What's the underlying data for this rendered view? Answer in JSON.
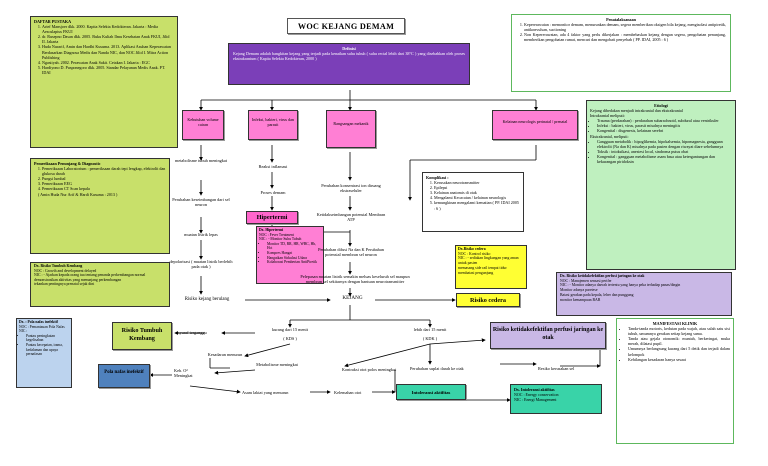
{
  "title": "WOC KEJANG DEMAM",
  "definisi": {
    "label": "Definisi",
    "text": "Kejang Demam adalah bangkitan kejang yang terjadi pada kenaikan suhu tubuh ( suhu rectal lebih dari 38°C ) yang disebabkan oleh proses ekstrakranium ( Kapita Selekta Kedokteran, 2000 )"
  },
  "daftar_pustaka": {
    "label": "DAFTAR PUSTAKA",
    "items": [
      "Arief Mansjoer dkk. 2000. Kapita Selekta Kedokteran. Jakarta : Media Aesculapius FKUI",
      "dr. Rusepno Dasan dkk. 2005. Buku Kuliah Ilmu Kesehatan Anak FKUI, Jilid II. Jakarta",
      "Huda Nurarif, Amin dan Hardhi Kusuma. 2013. Aplikasi Asuhan Keperawatan Berdasarkan Diagnosa Medis dan Nanda NIC, dan NOC Jilid I. Mitra Action Publishing",
      "Ngastiyah. 2002. Perawatan Anak Sakit. Cetakan I. Jakarta : EGC",
      "Hardiyono D. Pusponegoro dkk. 2005. Standar Pelayanan Medis Anak. PT. IDAI"
    ]
  },
  "penatalaksanaan": {
    "label": "Penatalaksanaan",
    "items": [
      "Kepererawatan : memonitor demam, menurunkan demam, segera memberikan oksigen bila kejang, mengisolasi antipiretik, antikonvulsan, suctioning",
      "Non Kepererawatan, ada 4 faktor yang perlu dikerjakan : membebaskan kejang dengan segera, pengobatan penunjang, memberikan pengobatan rumat, mencari dan mengobati penyebab ( PP. IDAI, 2005 : 6 )"
    ]
  },
  "pemeriksaan": {
    "label": "Pemeriksaan Penunjang & Diagnostic",
    "items": [
      "Pemeriksaan Laboratorium : pemeriksaan darah tepi lengkap, elektrolit dan glukosa darah",
      "Pungsi lumbal",
      "Pemeriksaan EEG",
      "Pemeriksaan CT Scan kepala"
    ],
    "note": "( Amin Huda Nur Arif & Hardi Kusuma : 2013 )"
  },
  "etiologi": {
    "label": "Etiologi",
    "intro": "Kejang dibedakan menjadi intrakranial dan ekstrakranial",
    "intra_label": "Intrakranial meliputi:",
    "intra": [
      "Trauma (perdarahan) : perdarahan subarachnoid, subdural atau ventrikuler",
      "Infeksi : bakteri, virus, parasit misalnya meningitis",
      "Kongenital : disgenesis, kelainan serebri"
    ],
    "extra_label": "Ekstrakranial, meliputi:",
    "extra": [
      "Gangguan metabolik : hipoglikemia, hipokalsemia, hipomagnesia, gangguan elektrolit (Na dan K) misalnya pada pasien dengan riwayat diare sebelumnya",
      "Toksik : intoksikasi, anestesi local, sindroma putus obat",
      "Kongenital : gangguan metabolisme asam basa atau ketergantungan dan kekurangan piridoksin"
    ]
  },
  "komplikasi": {
    "label": "Komplikasi :",
    "items": [
      "Kerusakan neurotransmitter",
      "Epilepsi",
      "Kelainan anatomis di otak",
      "Mengalami Kecacatan / kelainan neurologis",
      "kemungkinan mengalami kematian ( PP. IDAI 2005 : 6 )"
    ]
  },
  "causes": {
    "kebutuhan": "Kebutuhan volume cairan",
    "infeksi": "Infeksi, bakteri, virus dan parasit",
    "rangsangan": "Rangsangan mekanik",
    "kelainan": "Kelainan neurologis perinatal / prenatal"
  },
  "flow": {
    "metabolisme": "metabolisme tubuh meningkat",
    "reaksi": "Reaksi inflamasi",
    "proses": "Proses demam",
    "hipertermi": "Hipertermi",
    "perubahan_kons": "Perubahan konsentrasi ion diruang ekstraseluler",
    "ketidakseimbangan": "Ketidakseimbangan potensial Membran ATP",
    "difusi": "Perubahan difusi Na dan K Perubahan potensial membran sel neuron",
    "pelepasan": "Pelepasan muatan listrik semakin meluas keseluruh sel maupun membran sel sekitarnya dengan bantuan neurotransmitter",
    "keseimbangan": "Perubahan keseimbangan dari sel neuron",
    "muatan": "muatan listrik lepas",
    "depolarisasi": "depolarisasi ( muatan listrik berlebih pada otak )",
    "berulang": "Risiko kejang berulang",
    "kejano": "KEJANG",
    "kurang15": "kurang dari 15 menit",
    "kds": "( KDS )",
    "lebih15": "lebih dari 15 menit",
    "kdk": "( KDK )",
    "syaraf": "syaraf terganggu",
    "kesadaran": "Kesadaran menurun",
    "keb_o2": "Keb. O² Meningkat",
    "metabolisme2": "Metabolisme meningkat",
    "kontraksi": "Kontraksi otot polos meningkat",
    "perubahan_suplai": "Perubahan suplai darah ke otak",
    "kerusakan": "Resiko kerusakan sel",
    "asam": "Asam laktat yang menurun",
    "kelemahan": "Kelemahan otot"
  },
  "dx_hipertermi": {
    "label": "Dx. Hipertermi",
    "noc": "NOC : Fever Treatment",
    "nic": "NIC : - Monitor Suhu Tubuh",
    "items": [
      "Monitor TD, RR, HR, WBC, Hb, Hct",
      "Kompres Hangat",
      "Hangatkan Sirkulasi Udara",
      "Kolaborasi Pemberian AntiPiretik"
    ]
  },
  "dx_cedera": {
    "label": "Dx.Risiko cedera",
    "noc": "NOC : Kontrol risiko",
    "nic": "NIC : - sediakan lingkungan yang aman untuk pasien",
    "items": [
      "memasang side rail tempat tidur",
      "membatasi pengunjung"
    ]
  },
  "risiko_cedera": "Risiko cedera",
  "dx_perfusi": {
    "label": "Dx. Risiko ketidakefektifan perfusi jaringan ke otak",
    "noc": "NOC : Manajemen sensasi perifer",
    "nic": "NIC : - Monitor adanya daerah tertentu yang hanya peka terhadap panas/dingin",
    "items": [
      "Monitor adanya paretese",
      "Batasi gerakan pada kepala, leher dan punggung",
      "monitor kemampuan BAB"
    ]
  },
  "risiko_perfusi": "Risiko ketidakefektifan perfusi jaringan ke otak",
  "dx_tumbuh": {
    "label": "Dx. Risiko Tumbuh Kembang",
    "noc": "NOC : Growth and development delayed",
    "nic": "NIC : - Ajarkan kepada orang tua tentang penanda perkembangan normal",
    "items": [
      "demonstrasikan aktivitas yang menunjang perkembangan",
      "tekankan pentingnya prenatal sejak dini"
    ]
  },
  "risiko_tumbuh": "Risiko Tumbuh Kembang",
  "dx_nafas": {
    "label": "Dx. : Pola nafas inefektif",
    "noc": "NOC : Pemantauan Pola Nafas",
    "nic": "NIC :",
    "items": [
      "Pantau peningkatan kegelisahan",
      "Pantau kecepatan, irama, kedalaman dan upaya pernafasan"
    ]
  },
  "pola_nafas": "Pola nafas inefektif",
  "intoleransi": "Intoleransi aktifitas",
  "dx_intoleransi": {
    "label": "Dx. Intoleransi aktifitas",
    "noc": "NOC : Energy conservation",
    "nic": "NIC : Energi Management"
  },
  "manifestasi": {
    "label": "MANIFESTASI KLINIK",
    "items": [
      "Tanda-tanda motoris, kedutan pada wajah, atau salah satu sisi tubuh, umumnya gerakan setiap kejang sama.",
      "Tanda atau gejala otonomik: muntah, berkeringat, muka merah, dilatasi pupil.",
      "Umumnya berlangsung kurang dari 5 detik dan terjadi dalam kelompok",
      "Kehilangan kesadaran hanya sesaat"
    ]
  },
  "colors": {
    "title_bg": "#ffffff",
    "definisi_bg": "#7b3fb8",
    "pink": "#ff7fd4",
    "hipertermi_bg": "#ff66cc",
    "daftar_bg": "#c8e06a",
    "green_light": "#bff0bf",
    "yellow": "#ffff33",
    "lavender": "#c9b8e6",
    "blue": "#4f81bd",
    "teal": "#39d3a8",
    "grey": "#d9d9d9"
  }
}
